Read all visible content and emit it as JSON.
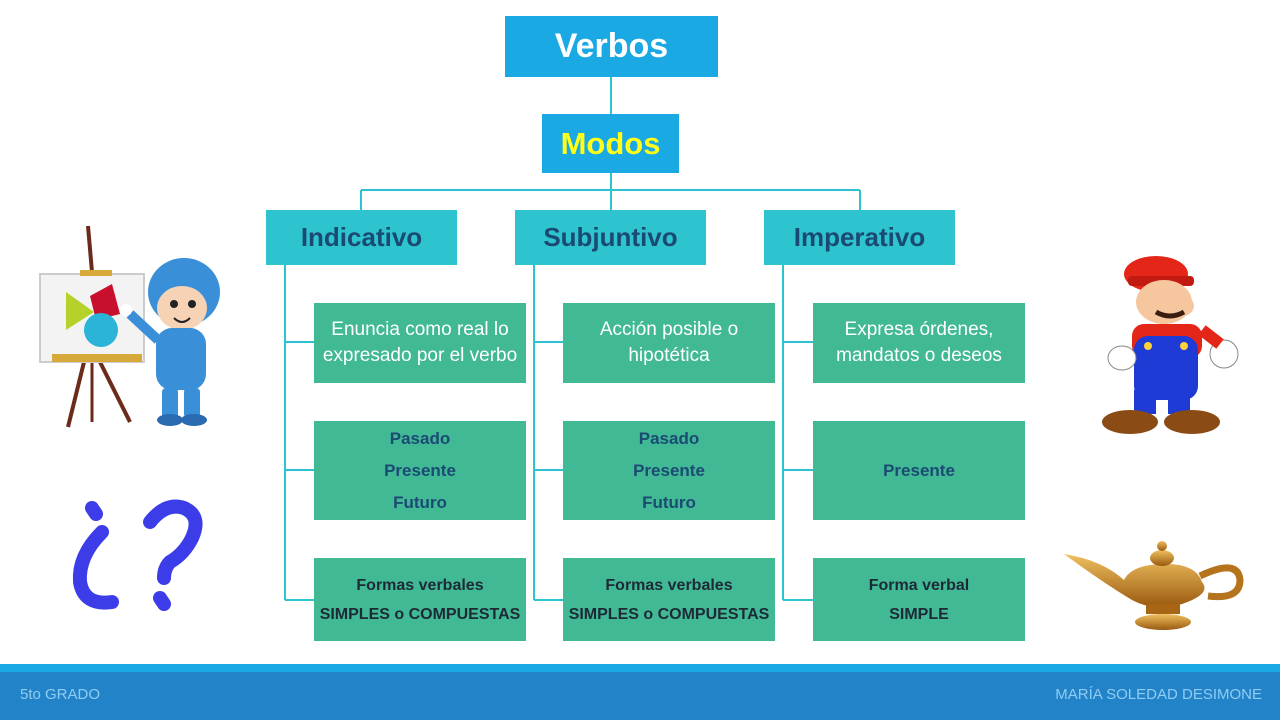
{
  "diagram": {
    "title": "Verbos",
    "subtitle": "Modos",
    "modes": [
      {
        "name": "Indicativo",
        "description": "Enuncia como real lo expresado por el verbo",
        "tenses": [
          "Pasado",
          "Presente",
          "Futuro"
        ],
        "forms": [
          "Formas verbales",
          "SIMPLES o COMPUESTAS"
        ]
      },
      {
        "name": "Subjuntivo",
        "description": "Acción posible o hipotética",
        "tenses": [
          "Pasado",
          "Presente",
          "Futuro"
        ],
        "forms": [
          "Formas verbales",
          "SIMPLES o COMPUESTAS"
        ]
      },
      {
        "name": "Imperativo",
        "description": "Expresa órdenes, mandatos o deseos",
        "tenses": [
          "Presente"
        ],
        "forms": [
          "Forma verbal",
          "SIMPLE"
        ]
      }
    ]
  },
  "footer": {
    "left": "5to GRADO",
    "right": "MARÍA SOLEDAD DESIMONE"
  },
  "illustrations": [
    "pocoyo-painter-icon",
    "question-marks-icon",
    "mario-icon",
    "magic-lamp-icon"
  ],
  "colors": {
    "title_bg": "#1aa9e3",
    "mode_bg": "#2ec4cf",
    "detail_bg": "#41b995",
    "modos_text": "#ffff1a",
    "footer_bg": "#2383c9"
  }
}
